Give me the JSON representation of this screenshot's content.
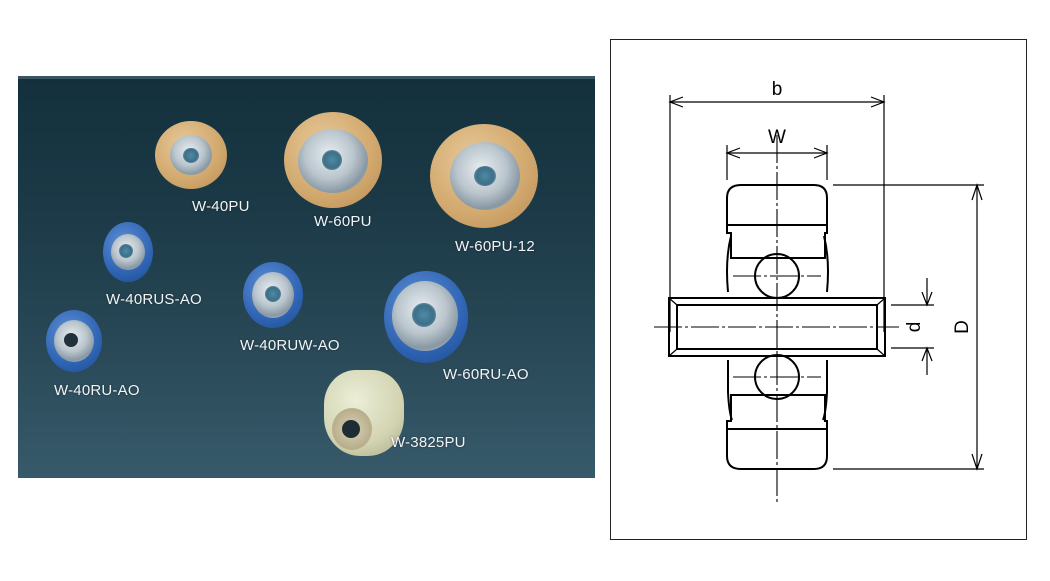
{
  "photo": {
    "products": [
      {
        "label": "W-40PU",
        "material": "urethane-amber"
      },
      {
        "label": "W-60PU",
        "material": "urethane-amber"
      },
      {
        "label": "W-60PU-12",
        "material": "urethane-amber"
      },
      {
        "label": "W-40RUS-AO",
        "material": "rubber-blue"
      },
      {
        "label": "W-40RUW-AO",
        "material": "rubber-blue"
      },
      {
        "label": "W-40RU-AO",
        "material": "rubber-blue"
      },
      {
        "label": "W-60RU-AO",
        "material": "rubber-blue"
      },
      {
        "label": "W-3825PU",
        "material": "urethane-ivory"
      }
    ]
  },
  "drawing": {
    "dimensions": {
      "overall_width": "b",
      "wheel_width": "W",
      "outer_diameter": "D",
      "shaft_diameter": "d"
    }
  }
}
